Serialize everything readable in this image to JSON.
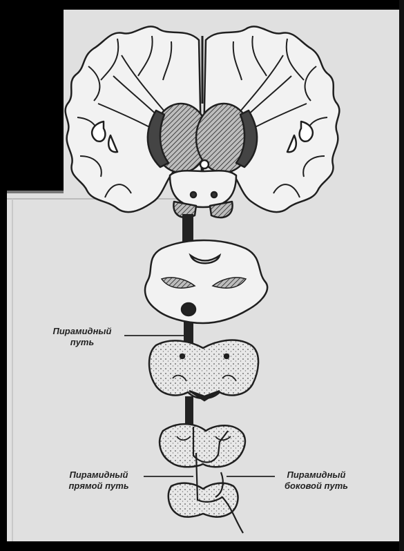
{
  "labels": {
    "pyramidal_tract": [
      "Пирамидный",
      "путь"
    ],
    "direct_tract": [
      "Пирамидный",
      "прямой путь"
    ],
    "lateral_tract": [
      "Пирамидный",
      "боковой путь"
    ]
  },
  "colors": {
    "slide_bg": "#e0e0e0",
    "frame": "#000000",
    "ink": "#1f1f1f",
    "paper": "#f2f2f2"
  }
}
